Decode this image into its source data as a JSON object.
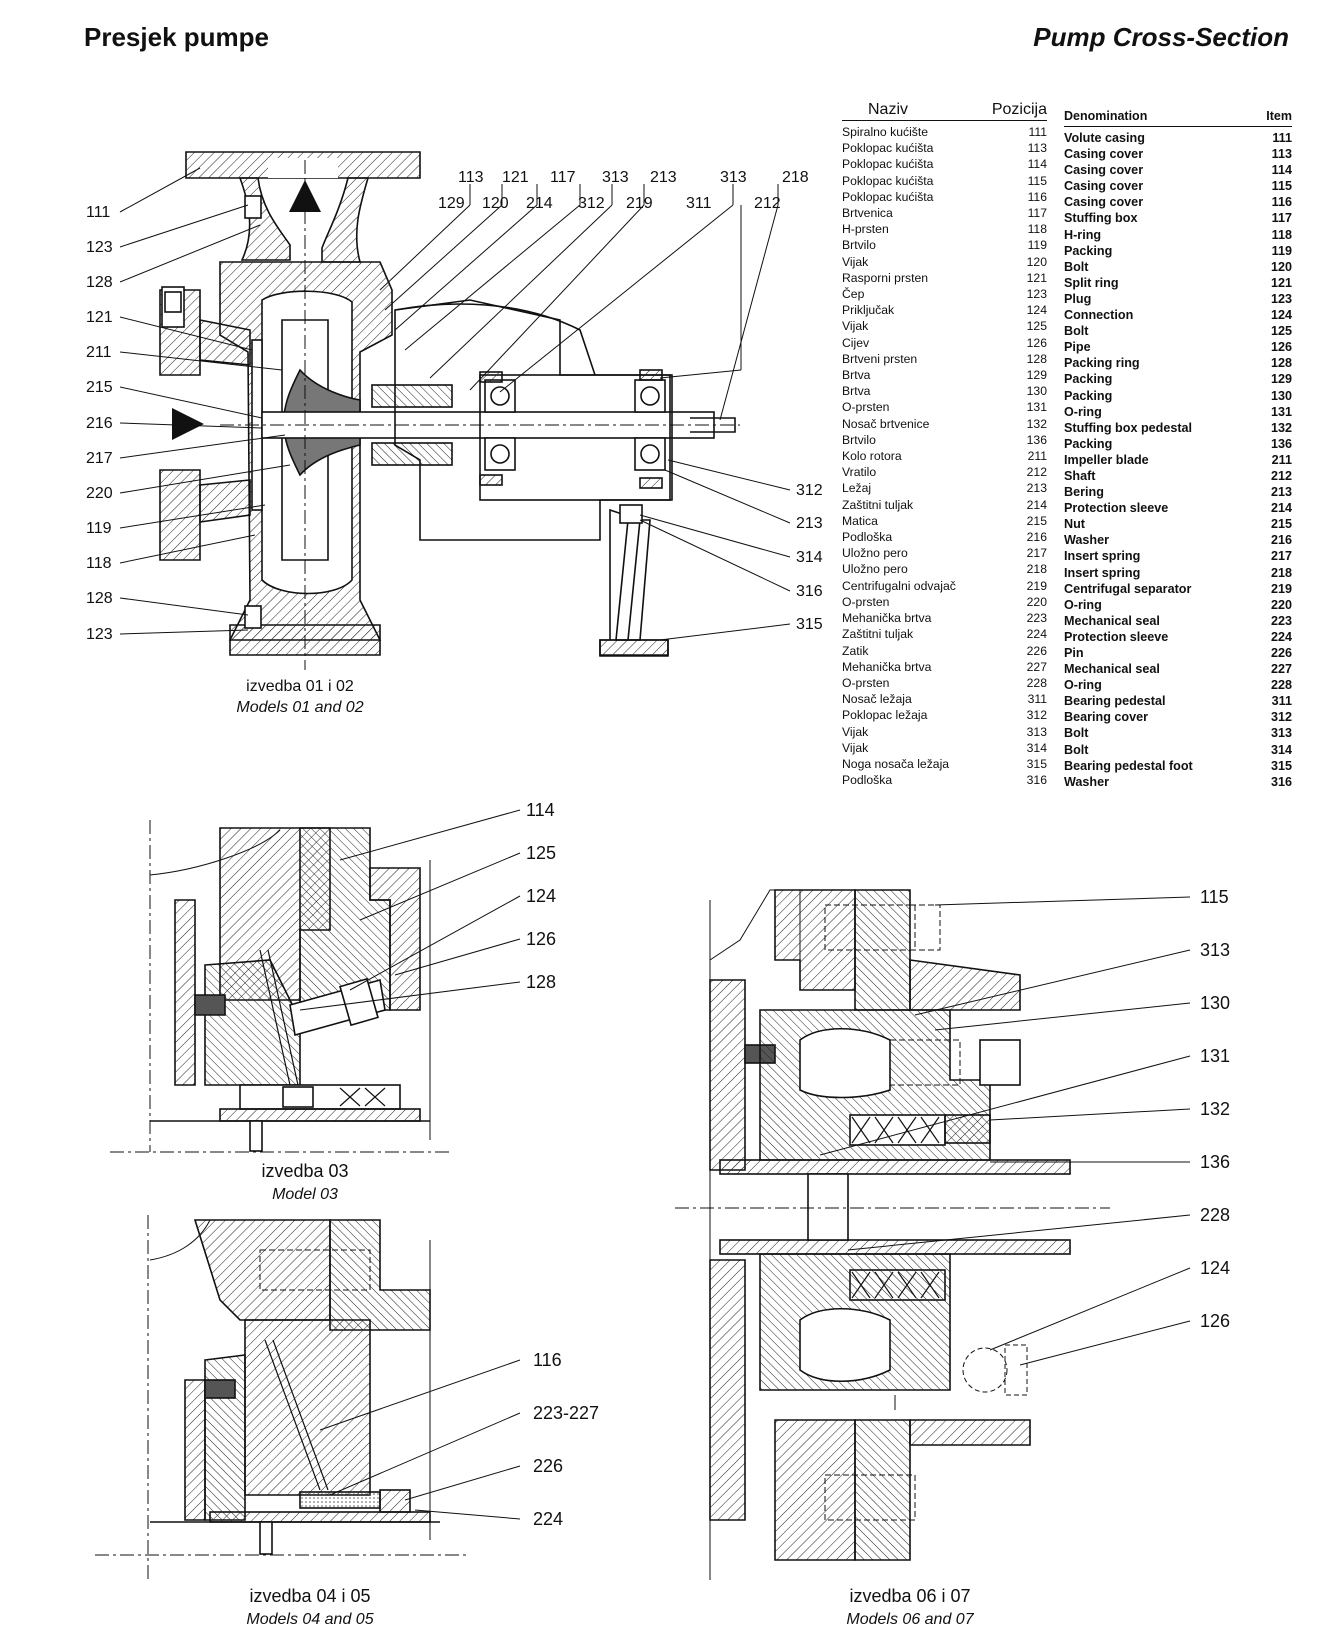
{
  "header": {
    "title_hr": "Presjek pumpe",
    "title_en": "Pump Cross-Section"
  },
  "table_hr": {
    "col_name": "Naziv",
    "col_item": "Pozicija",
    "rows": [
      [
        "Spiralno kućište",
        "111"
      ],
      [
        "Poklopac kućišta",
        "113"
      ],
      [
        "Poklopac kućišta",
        "114"
      ],
      [
        "Poklopac kućišta",
        "115"
      ],
      [
        "Poklopac kućišta",
        "116"
      ],
      [
        "Brtvenica",
        "117"
      ],
      [
        "H-prsten",
        "118"
      ],
      [
        "Brtvilo",
        "119"
      ],
      [
        "Vijak",
        "120"
      ],
      [
        "Rasporni prsten",
        "121"
      ],
      [
        "Čep",
        "123"
      ],
      [
        "Priključak",
        "124"
      ],
      [
        "Vijak",
        "125"
      ],
      [
        "Cijev",
        "126"
      ],
      [
        "Brtveni prsten",
        "128"
      ],
      [
        "Brtva",
        "129"
      ],
      [
        "Brtva",
        "130"
      ],
      [
        "O-prsten",
        "131"
      ],
      [
        "Nosač brtvenice",
        "132"
      ],
      [
        "Brtvilo",
        "136"
      ],
      [
        "Kolo rotora",
        "211"
      ],
      [
        "Vratilo",
        "212"
      ],
      [
        "Ležaj",
        "213"
      ],
      [
        "Zaštitni tuljak",
        "214"
      ],
      [
        "Matica",
        "215"
      ],
      [
        "Podloška",
        "216"
      ],
      [
        "Uložno pero",
        "217"
      ],
      [
        "Uložno pero",
        "218"
      ],
      [
        "Centrifugalni odvajač",
        "219"
      ],
      [
        "O-prsten",
        "220"
      ],
      [
        "Mehanička brtva",
        "223"
      ],
      [
        "Zaštitni tuljak",
        "224"
      ],
      [
        "Zatik",
        "226"
      ],
      [
        "Mehanička brtva",
        "227"
      ],
      [
        "O-prsten",
        "228"
      ],
      [
        "Nosač ležaja",
        "311"
      ],
      [
        "Poklopac ležaja",
        "312"
      ],
      [
        "Vijak",
        "313"
      ],
      [
        "Vijak",
        "314"
      ],
      [
        "Noga nosača ležaja",
        "315"
      ],
      [
        "Podloška",
        "316"
      ]
    ]
  },
  "table_en": {
    "col_name": "Denomination",
    "col_item": "Item",
    "rows": [
      [
        "Volute casing",
        "111"
      ],
      [
        "Casing cover",
        "113"
      ],
      [
        "Casing cover",
        "114"
      ],
      [
        "Casing cover",
        "115"
      ],
      [
        "Casing cover",
        "116"
      ],
      [
        "Stuffing box",
        "117"
      ],
      [
        "H-ring",
        "118"
      ],
      [
        "Packing",
        "119"
      ],
      [
        "Bolt",
        "120"
      ],
      [
        "Split ring",
        "121"
      ],
      [
        "Plug",
        "123"
      ],
      [
        "Connection",
        "124"
      ],
      [
        "Bolt",
        "125"
      ],
      [
        "Pipe",
        "126"
      ],
      [
        "Packing ring",
        "128"
      ],
      [
        "Packing",
        "129"
      ],
      [
        "Packing",
        "130"
      ],
      [
        "O-ring",
        "131"
      ],
      [
        "Stuffing box pedestal",
        "132"
      ],
      [
        "Packing",
        "136"
      ],
      [
        "Impeller blade",
        "211"
      ],
      [
        "Shaft",
        "212"
      ],
      [
        "Bering",
        "213"
      ],
      [
        "Protection sleeve",
        "214"
      ],
      [
        "Nut",
        "215"
      ],
      [
        "Washer",
        "216"
      ],
      [
        "Insert spring",
        "217"
      ],
      [
        "Insert spring",
        "218"
      ],
      [
        "Centrifugal separator",
        "219"
      ],
      [
        "O-ring",
        "220"
      ],
      [
        "Mechanical seal",
        "223"
      ],
      [
        "Protection sleeve",
        "224"
      ],
      [
        "Pin",
        "226"
      ],
      [
        "Mechanical seal",
        "227"
      ],
      [
        "O-ring",
        "228"
      ],
      [
        "Bearing pedestal",
        "311"
      ],
      [
        "Bearing cover",
        "312"
      ],
      [
        "Bolt",
        "313"
      ],
      [
        "Bolt",
        "314"
      ],
      [
        "Bearing pedestal foot",
        "315"
      ],
      [
        "Washer",
        "316"
      ]
    ]
  },
  "main_view": {
    "caption_hr": "izvedba 01 i 02",
    "caption_en": "Models 01 and 02",
    "left_labels": [
      "111",
      "123",
      "128",
      "121",
      "211",
      "215",
      "216",
      "217",
      "220",
      "119",
      "118",
      "128",
      "123"
    ],
    "top_labels_upper": [
      "113",
      "121",
      "117",
      "313",
      "213",
      "313",
      "218"
    ],
    "top_labels_lower": [
      "129",
      "120",
      "214",
      "312",
      "219",
      "311",
      "212"
    ],
    "right_labels": [
      "312",
      "213",
      "314",
      "316",
      "315"
    ]
  },
  "view_03": {
    "caption_hr": "izvedba 03",
    "caption_en": "Model 03",
    "labels": [
      "114",
      "125",
      "124",
      "126",
      "128"
    ]
  },
  "view_0405": {
    "caption_hr": "izvedba 04 i 05",
    "caption_en": "Models 04 and 05",
    "labels": [
      "116",
      "223-227",
      "226",
      "224"
    ]
  },
  "view_0607": {
    "caption_hr": "izvedba 06 i 07",
    "caption_en": "Models 06 and 07",
    "labels": [
      "115",
      "313",
      "130",
      "131",
      "132",
      "136",
      "228",
      "124",
      "126"
    ]
  }
}
